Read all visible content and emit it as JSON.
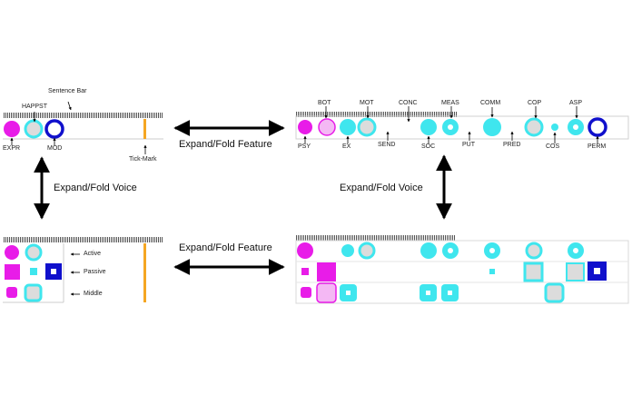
{
  "colors": {
    "magenta": "#e81ce8",
    "magenta_light": "#f4b8f4",
    "cyan": "#3fe6ee",
    "cyan_light": "#bff6f8",
    "blue": "#1010cc",
    "gray_fill": "#dcdcdc",
    "orange": "#f5a623",
    "bar": "#555555"
  },
  "top_left": {
    "sentence_bar_label": "Sentence Bar",
    "happst_label": "HAPPST",
    "expr_label": "EXPR",
    "mod_label": "MOD",
    "tick_mark_label": "Tick-Mark"
  },
  "top_right": {
    "top_labels": [
      "BOT",
      "MOT",
      "CONC",
      "MEAS",
      "COMM",
      "COP",
      "ASP"
    ],
    "bottom_labels": [
      "PSY",
      "EX",
      "SEND",
      "SOC",
      "PUT",
      "PRED",
      "COS",
      "PERM"
    ]
  },
  "bottom_left": {
    "voices": [
      "Active",
      "Passive",
      "Middle"
    ]
  },
  "arrows": {
    "feature_top": "Expand/Fold Feature",
    "feature_bottom": "Expand/Fold Feature",
    "voice_left": "Expand/Fold Voice",
    "voice_right": "Expand/Fold Voice"
  }
}
